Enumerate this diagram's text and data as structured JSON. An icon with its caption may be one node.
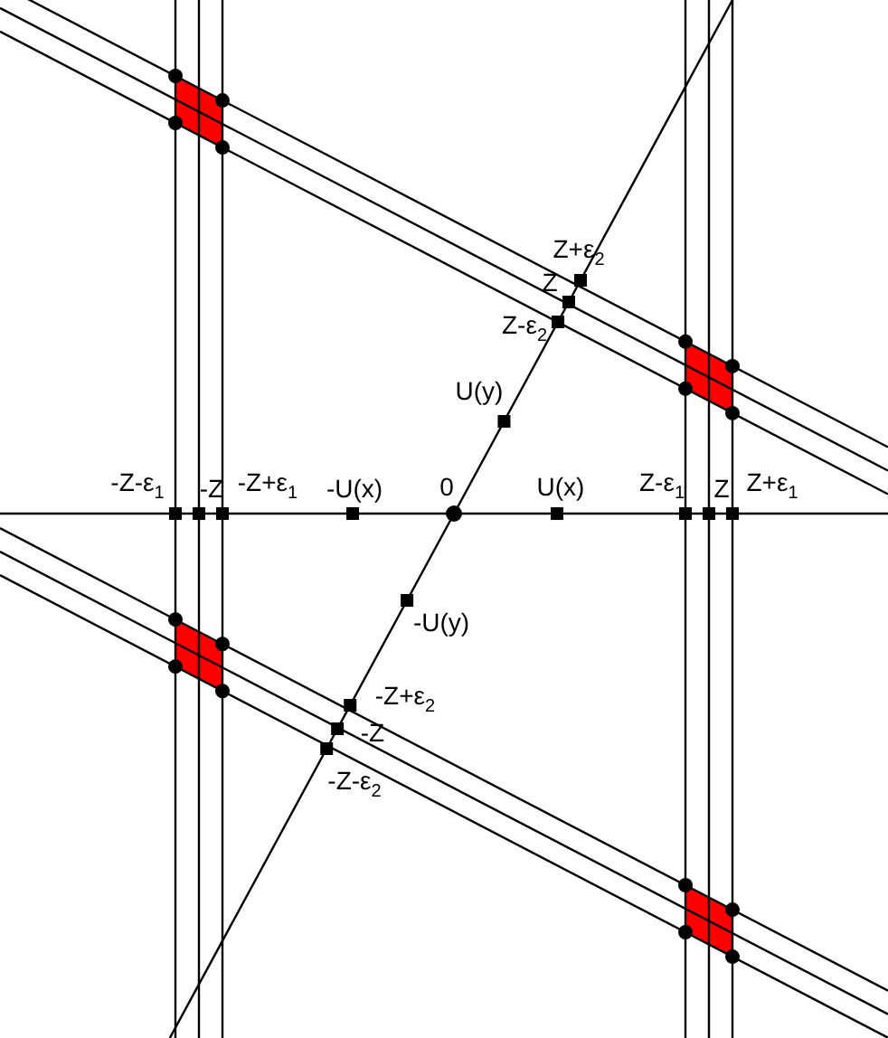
{
  "diagram": {
    "labels": [
      "Z+ε$_{2}$",
      "Z",
      "Z-ε$_{2}$",
      "U(y)",
      "-Z-ε$_{1}$",
      "-Z",
      "-Z+ε$_{1}$",
      "-U(x)",
      "0",
      "U(x)",
      "Z-ε$_{1}$",
      "Z",
      "Z+ε$_{1}$",
      "-U(y)",
      "-Z+ε$_{2}$",
      "-Z",
      "-Z-ε$_{2}$"
    ]
  }
}
